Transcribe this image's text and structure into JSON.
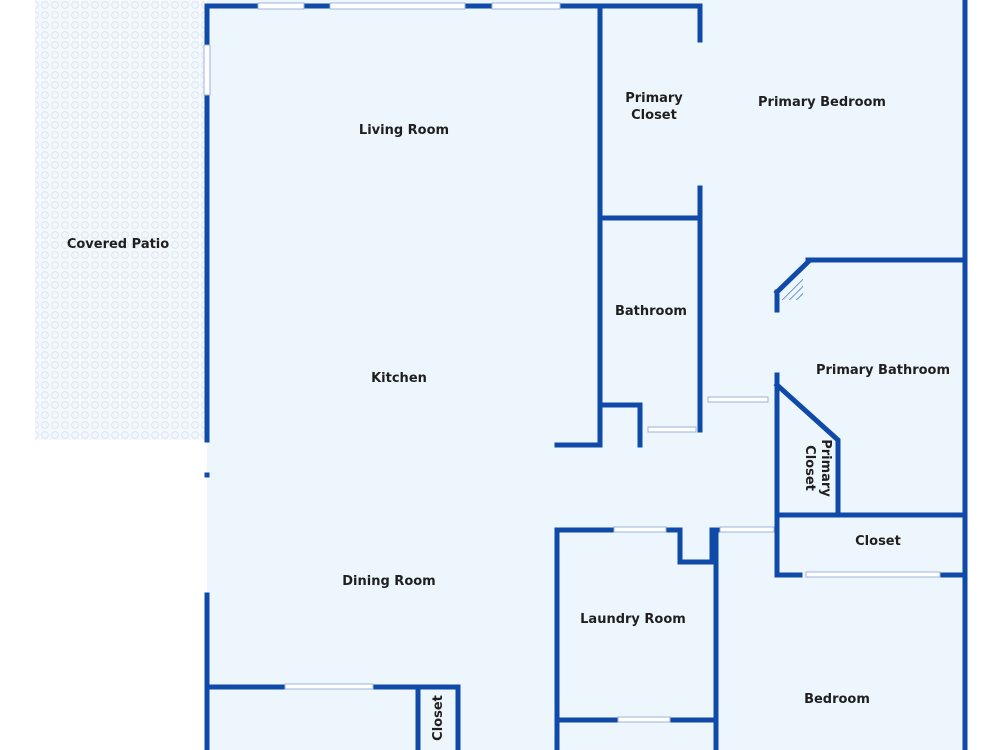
{
  "rooms": {
    "covered_patio": "Covered Patio",
    "living_room": "Living Room",
    "kitchen": "Kitchen",
    "dining_room": "Dining Room",
    "primary_closet_line1": "Primary",
    "primary_closet_line2": "Closet",
    "primary_bedroom": "Primary Bedroom",
    "bathroom": "Bathroom",
    "primary_bathroom": "Primary Bathroom",
    "primary_closet_small_line1": "Primary",
    "primary_closet_small_line2": "Closet",
    "closet_right": "Closet",
    "laundry_room": "Laundry Room",
    "bedroom": "Bedroom",
    "closet_bottom": "Closet"
  },
  "colors": {
    "wall": "#0f4aa8",
    "floor": "#eef6fd",
    "patio": "#f2f6fb"
  }
}
